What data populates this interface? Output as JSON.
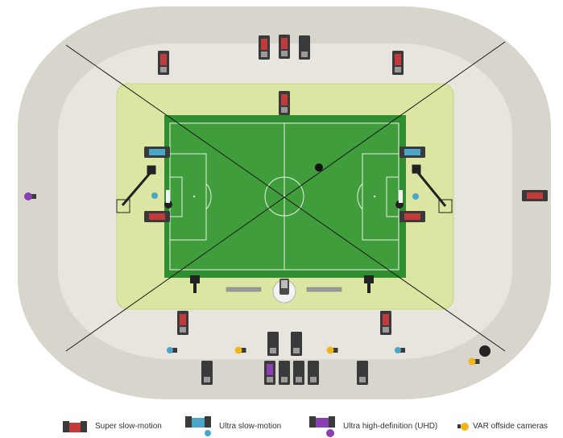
{
  "colors": {
    "stand_outer": "#d7d5cc",
    "stand_inner": "#e7e5dd",
    "apron": "#dbe6a2",
    "apron_edge": "#c7d48a",
    "pitch": "#3f9d3b",
    "pitch_border": "#2f8e30",
    "lines": "#e9f2e6",
    "super_slow": "#c23a3a",
    "ultra_slow": "#4aa6c9",
    "uhd": "#8a3fb2",
    "var": "#f2b51c",
    "camera_body": "#3a3a3a",
    "sightline": "#1a1a1a"
  },
  "legend": [
    {
      "id": "super-slow",
      "label": "Super slow-motion",
      "camera": "super_slow"
    },
    {
      "id": "ultra-slow",
      "label": "Ultra slow-motion",
      "camera": "ultra_slow"
    },
    {
      "id": "uhd",
      "label": "Ultra high-definition (UHD)",
      "camera": "uhd"
    },
    {
      "id": "var",
      "label": "VAR offside cameras",
      "camera": "var"
    }
  ]
}
